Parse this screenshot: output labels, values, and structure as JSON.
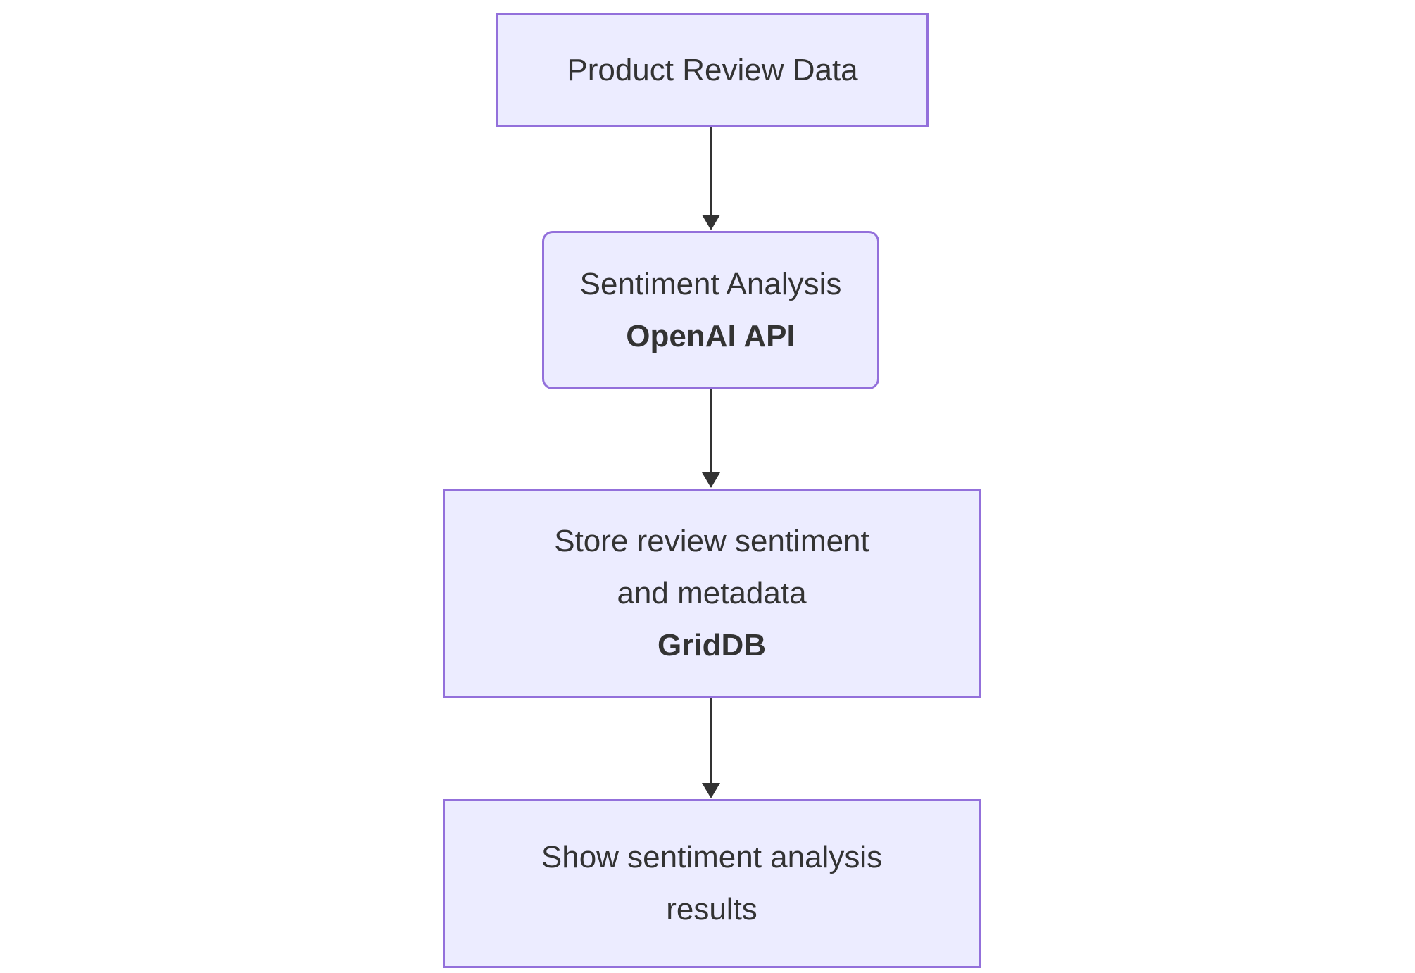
{
  "diagram": {
    "kind": "flowchart-top-down",
    "colors": {
      "background": "#ffffff",
      "node_fill": "#ECECFF",
      "node_border": "#9370DB",
      "text": "#333333",
      "arrow": "#333333"
    },
    "nodes": {
      "product_review": {
        "line1": "Product Review Data"
      },
      "sentiment_analysis": {
        "line1": "Sentiment Analysis",
        "line2": "OpenAI API"
      },
      "store_sentiment": {
        "line1": "Store review sentiment",
        "line2": "and metadata",
        "line3": "GridDB"
      },
      "show_results": {
        "line1": "Show sentiment analysis",
        "line2": "results"
      }
    },
    "edges": [
      {
        "from": "product_review",
        "to": "sentiment_analysis"
      },
      {
        "from": "sentiment_analysis",
        "to": "store_sentiment"
      },
      {
        "from": "store_sentiment",
        "to": "show_results"
      }
    ]
  }
}
